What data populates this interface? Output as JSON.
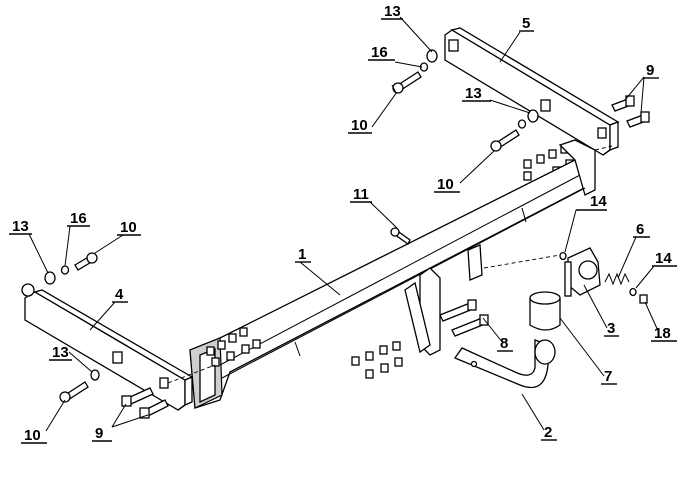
{
  "labels": {
    "l13_top": "13",
    "l5": "5",
    "l16_top": "16",
    "l9_right": "9",
    "l13_mid": "13",
    "l10_top": "10",
    "l10_mid": "10",
    "l11": "11",
    "l14_top": "14",
    "l6": "6",
    "l13_left": "13",
    "l16_left": "16",
    "l10_left": "10",
    "l1": "1",
    "l4": "4",
    "l14_right": "14",
    "l3": "3",
    "l18": "18",
    "l8": "8",
    "l13_bottom": "13",
    "l7": "7",
    "l9_bottom": "9",
    "l10_bottom": "10",
    "l2": "2"
  }
}
